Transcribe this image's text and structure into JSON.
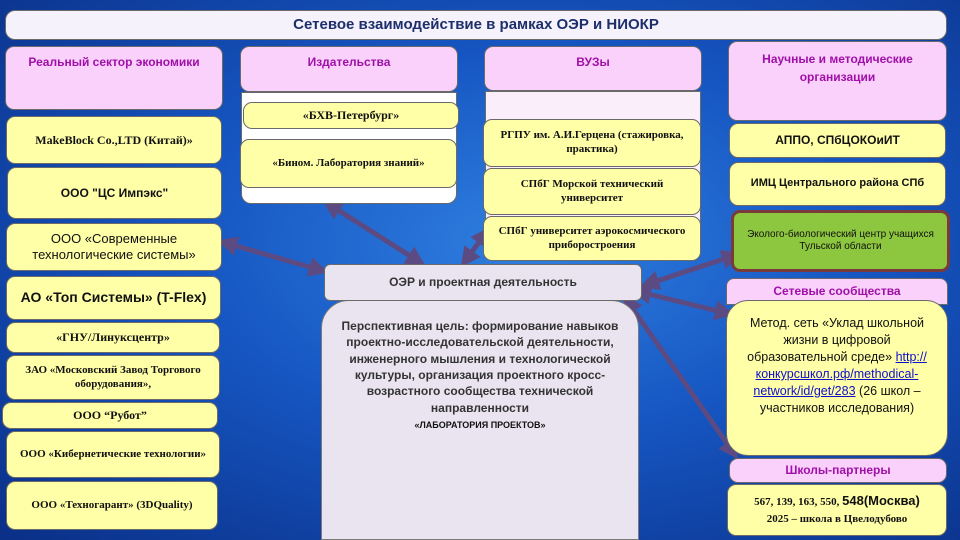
{
  "title": "Сетевое взаимодействие в рамках ОЭР и НИОКР",
  "columns": {
    "real_sector": "Реальный сектор экономики",
    "publishing": "Издательства",
    "universities": "ВУЗы",
    "science": "Научные и методические организации"
  },
  "real_sector_items": [
    "MakeBlock Co.,LTD (Китай)»",
    "ООО \"ЦС Импэкс\"",
    "ООО «Современные технологические системы»",
    "АО «Топ Системы» (T-Flex)",
    "«ГНУ/Линуксцентр»",
    "ЗАО «Московский Завод Торгового оборудования»,",
    "ООО “Рубот”",
    "ООО «Кибернетические технологии»",
    "ООО «Техногарант» (3DQuality)"
  ],
  "publishing_items": [
    "«БХВ-Петербург»",
    "«Бином. Лаборатория знаний»"
  ],
  "university_items": [
    "РГПУ им. А.И.Герцена (стажировка, практика)",
    "СПбГ Морской технический университет",
    "СПбГ университет аэрокосмического приборостроения"
  ],
  "science_items": [
    "АППО, СПбЦОКОиИТ",
    "ИМЦ Центрального района СПб",
    "Эколого-биологический центр учащихся Тульской области"
  ],
  "center": {
    "label": "ОЭР и проектная деятельность",
    "goal": "Перспективная цель: формирование навыков проектно-исследовательской деятельности, инженерного мышления и технологической культуры, организация проектного кросс-возрастного сообщества технической направленности",
    "lab": "«ЛАБОРАТОРИЯ ПРОЕКТОВ»"
  },
  "network": {
    "header": "Сетевые сообщества",
    "text_before": "Метод. сеть «Уклад школьной жизни в цифровой образовательной среде»",
    "link": "http://конкурсшкол.рф/methodical-network/id/get/283",
    "text_after": "(26 школ – участников исследования)"
  },
  "partners": {
    "header": "Школы-партнеры",
    "line1_prefix": "567, 139, 163, 550,",
    "line1_bold": "548(Москва)",
    "line2": "2025 – школа в Цвелодубово"
  },
  "colors": {
    "background": "#1656c2",
    "header_pink": "#f9d1fb",
    "item_yellow": "#ffffa8",
    "eco_green": "#8dc63f",
    "arrow": "#5c4a82"
  }
}
